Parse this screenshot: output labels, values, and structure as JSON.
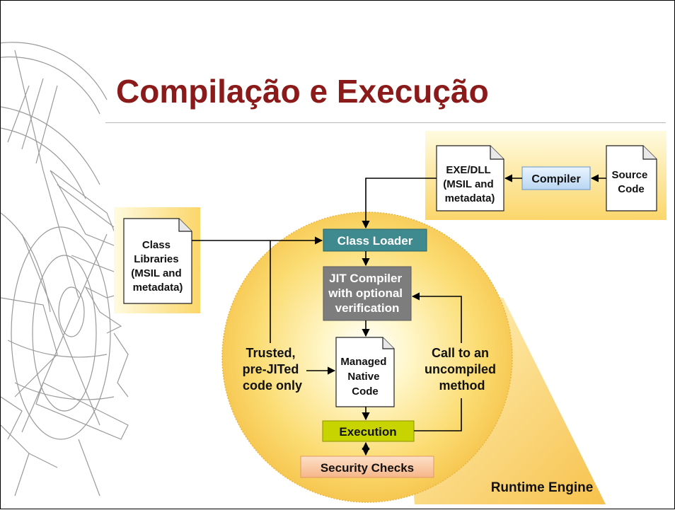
{
  "slide": {
    "title": "Compilação e Execução"
  },
  "diagram": {
    "source_code": [
      "Source",
      "Code"
    ],
    "compiler": "Compiler",
    "exe_dll": [
      "EXE/DLL",
      "(MSIL and",
      "metadata)"
    ],
    "class_libraries": [
      "Class",
      "Libraries",
      "(MSIL and",
      "metadata)"
    ],
    "class_loader": "Class Loader",
    "jit_compiler": [
      "JIT Compiler",
      "with optional",
      "verification"
    ],
    "managed_native_code": [
      "Managed",
      "Native",
      "Code"
    ],
    "trusted": [
      "Trusted,",
      "pre-JITed",
      "code only"
    ],
    "call_uncompiled": [
      "Call to an",
      "uncompiled",
      "method"
    ],
    "execution": "Execution",
    "security_checks": "Security Checks",
    "runtime_engine": "Runtime Engine"
  },
  "colors": {
    "title": "#8b1a1a",
    "class_loader": "#3f8a8e",
    "jit_compiler": "#7d7d7d",
    "execution": "#c8d400",
    "security_checks": "#f8c49a",
    "compiler": "#cfe3f8",
    "panel_gradient": [
      "#fff9d6",
      "#fcd96e"
    ]
  },
  "decoration": "line-drawing-armillary-sphere"
}
